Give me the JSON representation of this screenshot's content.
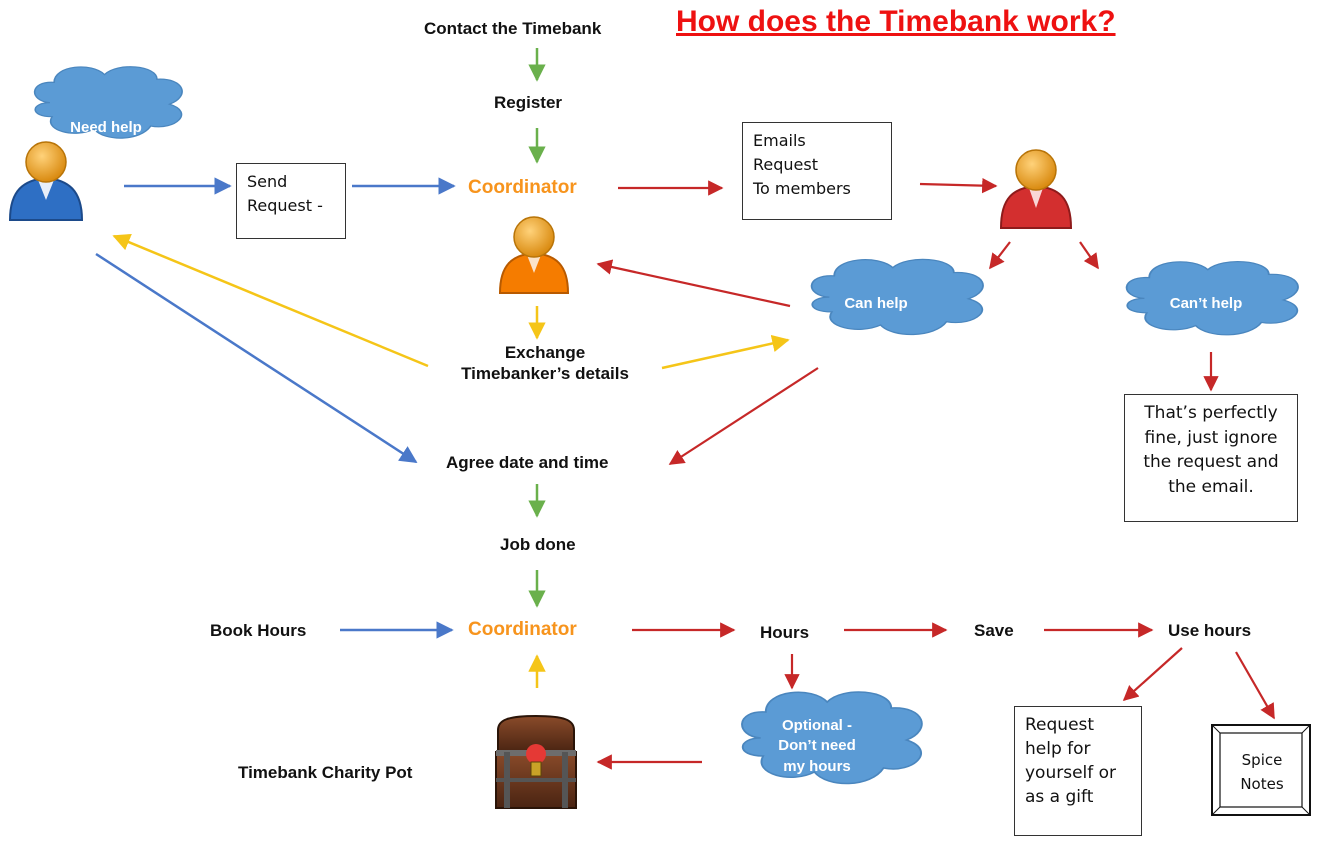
{
  "title": "How does the Timebank work?",
  "colors": {
    "coordinator_text": "#f7941d",
    "title_text": "#ee1111",
    "flow_green": "#6ab04c",
    "flow_blue": "#4a78c9",
    "flow_red": "#c62828",
    "flow_yellow": "#f5c518",
    "cloud_fill": "#5b9bd5",
    "person_blue": "#2e6fc4",
    "person_orange": "#f57c00",
    "person_red": "#d32f2f"
  },
  "icons": [
    "person-icon",
    "cloud-icon",
    "note-icon",
    "treasure-chest-icon"
  ],
  "steps": {
    "contact": "Contact the Timebank",
    "register": "Register",
    "coordinator_top": "Coordinator",
    "exchange_line1": "Exchange",
    "exchange_line2": "Timebanker’s details",
    "agree": "Agree date and time",
    "job_done": "Job done",
    "book_hours": "Book Hours",
    "coordinator_bottom": "Coordinator",
    "hours": "Hours",
    "save": "Save",
    "use_hours": "Use hours",
    "charity_pot": "Timebank Charity Pot"
  },
  "clouds": {
    "need_help": "Need help",
    "can_help": "Can help",
    "cant_help": "Can’t help",
    "optional_line1": "Optional -",
    "optional_line2": "Don’t need",
    "optional_line3": "my hours"
  },
  "notes": {
    "send_request_line1": "Send",
    "send_request_line2": "Request -",
    "emails_line1": "Emails",
    "emails_line2": "Request",
    "emails_line3": "To members",
    "fine_line1": "That’s perfectly",
    "fine_line2": "fine, just ignore",
    "fine_line3": "the request and",
    "fine_line4": "the email.",
    "request_help_line1": "Request",
    "request_help_line2": "help for",
    "request_help_line3": "yourself or",
    "request_help_line4": "as a gift",
    "spice_line1": "Spice",
    "spice_line2": "Notes"
  }
}
